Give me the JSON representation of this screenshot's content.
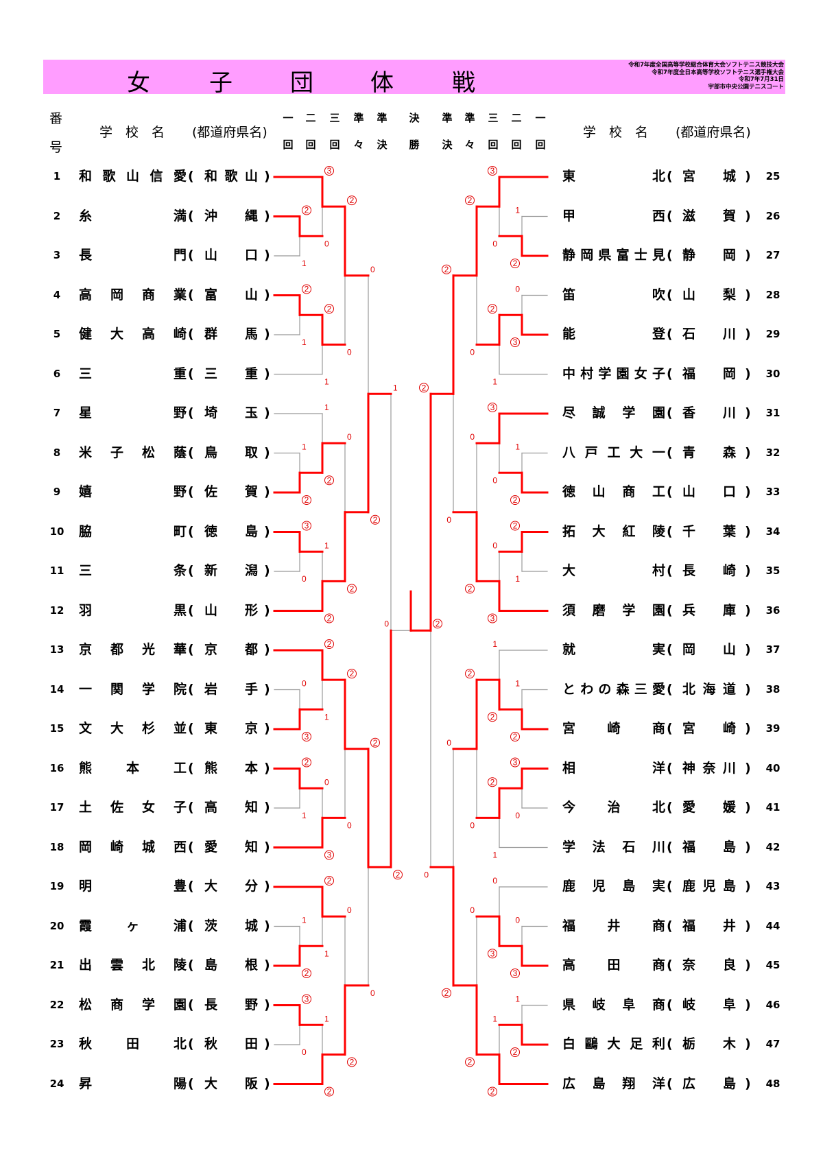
{
  "title": [
    "女",
    "子",
    "団",
    "体",
    "戦"
  ],
  "event_info": [
    "令和7年度全国高等学校総合体育大会ソフトテニス競技大会",
    "令和7年度全日本高等学校ソフトテニス選手権大会",
    "令和7年7月31日",
    "宇部市中央公園テニスコート"
  ],
  "headers": {
    "number": [
      "番",
      "号"
    ],
    "school": "学　校　名",
    "prefecture": "(都道府県名)",
    "rounds": [
      [
        "一",
        "回"
      ],
      [
        "二",
        "回"
      ],
      [
        "三",
        "回"
      ],
      [
        "準",
        "々"
      ],
      [
        "準",
        "決"
      ],
      [
        "決",
        "勝"
      ],
      [
        "準",
        "決"
      ],
      [
        "準",
        "々"
      ],
      [
        "三",
        "回"
      ],
      [
        "二",
        "回"
      ],
      [
        "一",
        "回"
      ]
    ]
  },
  "colors": {
    "band": "#ff9dff",
    "win": "#ff0000",
    "lose": "#999999",
    "score": "#e00000"
  },
  "teams": [
    {
      "no": "1",
      "name": "和歌山信愛",
      "pref": "和歌山"
    },
    {
      "no": "2",
      "name": "糸満",
      "pref": "沖縄"
    },
    {
      "no": "3",
      "name": "長門",
      "pref": "山口"
    },
    {
      "no": "4",
      "name": "高岡商業",
      "pref": "富山"
    },
    {
      "no": "5",
      "name": "健大高崎",
      "pref": "群馬"
    },
    {
      "no": "6",
      "name": "三重",
      "pref": "三重"
    },
    {
      "no": "7",
      "name": "星野",
      "pref": "埼玉"
    },
    {
      "no": "8",
      "name": "米子松蔭",
      "pref": "鳥取"
    },
    {
      "no": "9",
      "name": "嬉野",
      "pref": "佐賀"
    },
    {
      "no": "10",
      "name": "脇町",
      "pref": "徳島"
    },
    {
      "no": "11",
      "name": "三条",
      "pref": "新潟"
    },
    {
      "no": "12",
      "name": "羽黒",
      "pref": "山形"
    },
    {
      "no": "13",
      "name": "京都光華",
      "pref": "京都"
    },
    {
      "no": "14",
      "name": "一関学院",
      "pref": "岩手"
    },
    {
      "no": "15",
      "name": "文大杉並",
      "pref": "東京"
    },
    {
      "no": "16",
      "name": "熊本工",
      "pref": "熊本"
    },
    {
      "no": "17",
      "name": "土佐女子",
      "pref": "高知"
    },
    {
      "no": "18",
      "name": "岡崎城西",
      "pref": "愛知"
    },
    {
      "no": "19",
      "name": "明豊",
      "pref": "大分"
    },
    {
      "no": "20",
      "name": "霞ヶ浦",
      "pref": "茨城"
    },
    {
      "no": "21",
      "name": "出雲北陵",
      "pref": "島根"
    },
    {
      "no": "22",
      "name": "松商学園",
      "pref": "長野"
    },
    {
      "no": "23",
      "name": "秋田北",
      "pref": "秋田"
    },
    {
      "no": "24",
      "name": "昇陽",
      "pref": "大阪"
    },
    {
      "no": "25",
      "name": "東北",
      "pref": "宮城"
    },
    {
      "no": "26",
      "name": "甲西",
      "pref": "滋賀"
    },
    {
      "no": "27",
      "name": "静岡県富士見",
      "pref": "静岡"
    },
    {
      "no": "28",
      "name": "笛吹",
      "pref": "山梨"
    },
    {
      "no": "29",
      "name": "能登",
      "pref": "石川"
    },
    {
      "no": "30",
      "name": "中村学園女子",
      "pref": "福岡"
    },
    {
      "no": "31",
      "name": "尽誠学園",
      "pref": "香川"
    },
    {
      "no": "32",
      "name": "八戸工大一",
      "pref": "青森"
    },
    {
      "no": "33",
      "name": "徳山商工",
      "pref": "山口"
    },
    {
      "no": "34",
      "name": "拓大紅陵",
      "pref": "千葉"
    },
    {
      "no": "35",
      "name": "大村",
      "pref": "長崎"
    },
    {
      "no": "36",
      "name": "須磨学園",
      "pref": "兵庫"
    },
    {
      "no": "37",
      "name": "就実",
      "pref": "岡山"
    },
    {
      "no": "38",
      "name": "とわの森三愛",
      "pref": "北海道"
    },
    {
      "no": "39",
      "name": "宮崎商",
      "pref": "宮崎"
    },
    {
      "no": "40",
      "name": "相洋",
      "pref": "神奈川"
    },
    {
      "no": "41",
      "name": "今治北",
      "pref": "愛媛"
    },
    {
      "no": "42",
      "name": "学法石川",
      "pref": "福島"
    },
    {
      "no": "43",
      "name": "鹿児島実",
      "pref": "鹿児島"
    },
    {
      "no": "44",
      "name": "福井商",
      "pref": "福井"
    },
    {
      "no": "45",
      "name": "高田商",
      "pref": "奈良"
    },
    {
      "no": "46",
      "name": "県岐阜商",
      "pref": "岐阜"
    },
    {
      "no": "47",
      "name": "白鷗大足利",
      "pref": "栃木"
    },
    {
      "no": "48",
      "name": "広島翔洋",
      "pref": "広島"
    }
  ],
  "bracket": {
    "left": {
      "t": {
        "t": {
          "t": {
            "t": 1,
            "b": {
              "t": 2,
              "b": 3,
              "s": [
                "②",
                "1"
              ],
              "w": 0
            },
            "s": [
              "③",
              "0"
            ],
            "w": 0
          },
          "b": {
            "t": {
              "t": 4,
              "b": 5,
              "s": [
                "②",
                "1"
              ],
              "w": 0
            },
            "b": 6,
            "s": [
              "②",
              "1"
            ],
            "w": 0
          },
          "s": [
            "②",
            "0"
          ],
          "w": 0
        },
        "b": {
          "t": {
            "t": 7,
            "b": {
              "t": 8,
              "b": 9,
              "s": [
                "1",
                "②"
              ],
              "w": 1
            },
            "s": [
              "1",
              "②"
            ],
            "w": 1
          },
          "b": {
            "t": {
              "t": 10,
              "b": 11,
              "s": [
                "③",
                "0"
              ],
              "w": 0
            },
            "b": 12,
            "s": [
              "1",
              "②"
            ],
            "w": 1
          },
          "s": [
            "0",
            "②"
          ],
          "w": 1
        },
        "s": [
          "0",
          "②"
        ],
        "w": 1
      },
      "b": {
        "t": {
          "t": {
            "t": 13,
            "b": {
              "t": 14,
              "b": 15,
              "s": [
                "0",
                "③"
              ],
              "w": 1
            },
            "s": [
              "②",
              "1"
            ],
            "w": 0
          },
          "b": {
            "t": {
              "t": 16,
              "b": 17,
              "s": [
                "②",
                "1"
              ],
              "w": 0
            },
            "b": 18,
            "s": [
              "0",
              "③"
            ],
            "w": 1
          },
          "s": [
            "②",
            "0"
          ],
          "w": 0
        },
        "b": {
          "t": {
            "t": 19,
            "b": {
              "t": 20,
              "b": 21,
              "s": [
                "1",
                "②"
              ],
              "w": 1
            },
            "s": [
              "②",
              "1"
            ],
            "w": 0
          },
          "b": {
            "t": {
              "t": 22,
              "b": 23,
              "s": [
                "③",
                "0"
              ],
              "w": 0
            },
            "b": 24,
            "s": [
              "1",
              "②"
            ],
            "w": 1
          },
          "s": [
            "0",
            "②"
          ],
          "w": 1
        },
        "s": [
          "②",
          "0"
        ],
        "w": 0
      },
      "s": [
        "1",
        "②"
      ],
      "w": 1
    },
    "right": {
      "t": {
        "t": {
          "t": {
            "t": 25,
            "b": {
              "t": 26,
              "b": 27,
              "s": [
                "1",
                "②"
              ],
              "w": 1
            },
            "s": [
              "③",
              "0"
            ],
            "w": 0
          },
          "b": {
            "t": {
              "t": 28,
              "b": 29,
              "s": [
                "0",
                "③"
              ],
              "w": 1
            },
            "b": 30,
            "s": [
              "②",
              "1"
            ],
            "w": 0
          },
          "s": [
            "②",
            "0"
          ],
          "w": 0
        },
        "b": {
          "t": {
            "t": 31,
            "b": {
              "t": 32,
              "b": 33,
              "s": [
                "1",
                "②"
              ],
              "w": 1
            },
            "s": [
              "③",
              "0"
            ],
            "w": 0
          },
          "b": {
            "t": {
              "t": 34,
              "b": 35,
              "s": [
                "②",
                "1"
              ],
              "w": 0
            },
            "b": 36,
            "s": [
              "0",
              "③"
            ],
            "w": 1
          },
          "s": [
            "0",
            "②"
          ],
          "w": 1
        },
        "s": [
          "②",
          "0"
        ],
        "w": 0
      },
      "b": {
        "t": {
          "t": {
            "t": 37,
            "b": {
              "t": 38,
              "b": 39,
              "s": [
                "1",
                "②"
              ],
              "w": 1
            },
            "s": [
              "1",
              "②"
            ],
            "w": 1
          },
          "b": {
            "t": {
              "t": 40,
              "b": 41,
              "s": [
                "③",
                "0"
              ],
              "w": 0
            },
            "b": 42,
            "s": [
              "②",
              "1"
            ],
            "w": 0
          },
          "s": [
            "②",
            "0"
          ],
          "w": 0
        },
        "b": {
          "t": {
            "t": 43,
            "b": {
              "t": 44,
              "b": 45,
              "s": [
                "0",
                "③"
              ],
              "w": 1
            },
            "s": [
              "0",
              "③"
            ],
            "w": 1
          },
          "b": {
            "t": {
              "t": 46,
              "b": 47,
              "s": [
                "1",
                "②"
              ],
              "w": 1
            },
            "b": 48,
            "s": [
              "1",
              "②"
            ],
            "w": 1
          },
          "s": [
            "0",
            "②"
          ],
          "w": 1
        },
        "s": [
          "0",
          "②"
        ],
        "w": 1
      },
      "s": [
        "②",
        "0"
      ],
      "w": 0
    },
    "final": {
      "s": [
        "0",
        "②"
      ],
      "w": 1
    }
  }
}
